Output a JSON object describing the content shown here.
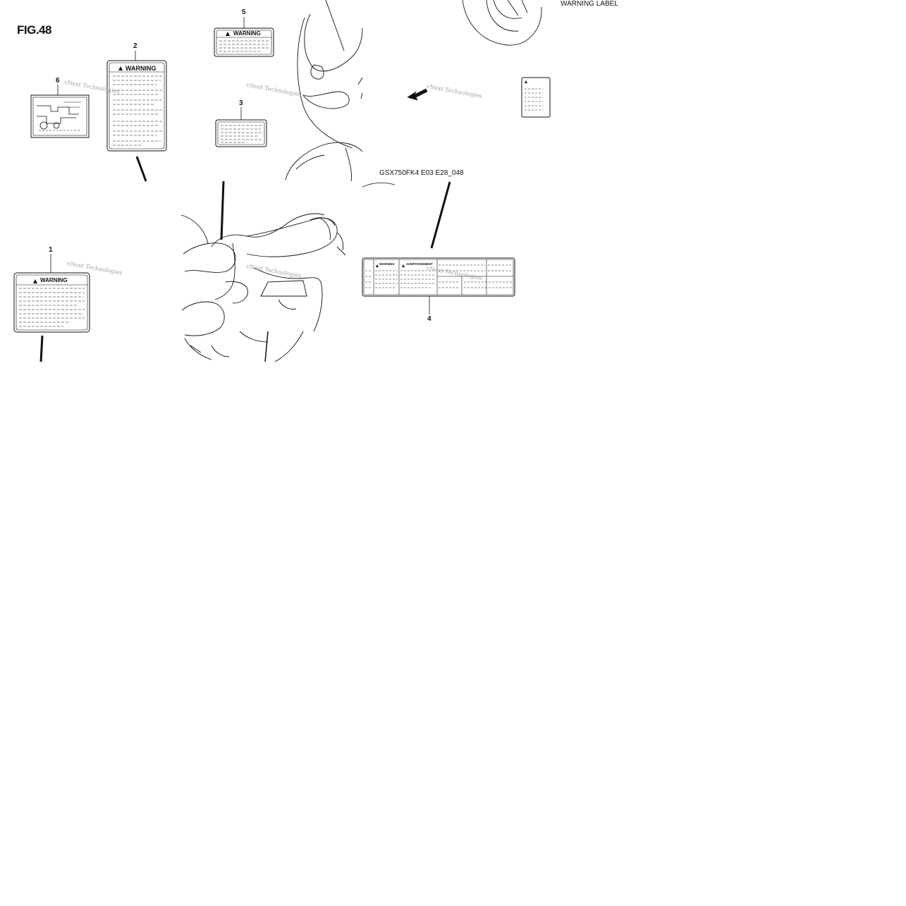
{
  "figure": {
    "title": "FIG.48",
    "section_title": "WARNING LABEL",
    "drawing_code": "GSX750FK4 E03 E28_048"
  },
  "callouts": [
    "1",
    "2",
    "3",
    "4",
    "5",
    "6"
  ],
  "labels": {
    "warning_text": "WARNING",
    "avertissement_text": "AVERTISSEMENT"
  },
  "watermark": "vNext Technologies",
  "colors": {
    "line": "#111111",
    "watermark": "#888888",
    "background": "#ffffff"
  }
}
